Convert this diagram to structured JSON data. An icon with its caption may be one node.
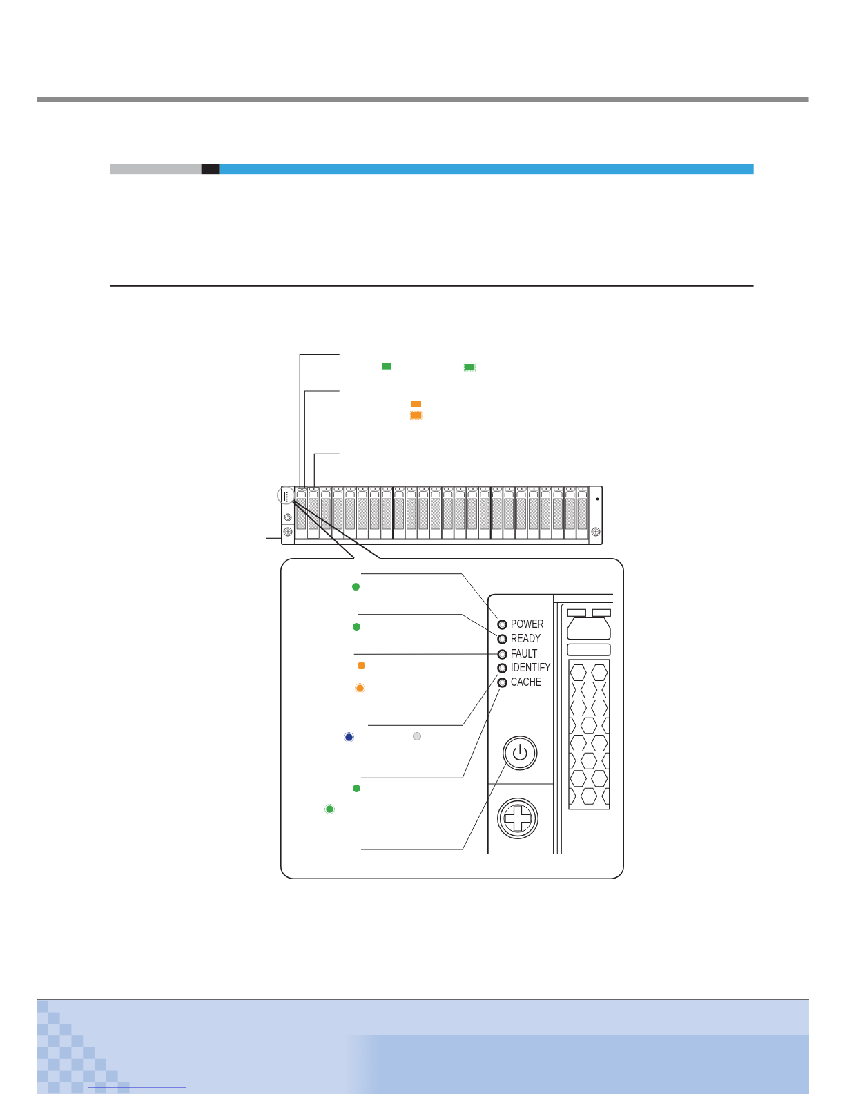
{
  "diagram": {
    "nodes": [
      {
        "text": [],
        "shape": "picture"
      },
      {
        "text": [],
        "shape": "box",
        "in": 0
      },
      {
        "text": [],
        "shape": "box",
        "in": 0
      },
      {
        "text": [],
        "shape": "box",
        "in": 0
      },
      {
        "text": [],
        "shape": "circle"
      },
      {
        "text": [],
        "shape": "box"
      },
      {
        "text": [],
        "shape": "picture",
        "in": 5
      },
      {
        "text": [
          "POWER"
        ],
        "in": 6
      },
      {
        "text": [
          "READY"
        ],
        "in": 6
      },
      {
        "text": [
          "FAULT"
        ],
        "in": 6
      },
      {
        "text": [
          "IDENTIFY"
        ],
        "in": 6
      },
      {
        "text": [
          "CACHE"
        ],
        "in": 6
      },
      {
        "text": [],
        "shape": "circle",
        "in": 6
      }
    ],
    "edges": [
      {
        "from": null,
        "to": 1,
        "arrow": "none"
      },
      {
        "from": null,
        "to": 2,
        "arrow": "none"
      },
      {
        "from": null,
        "to": 3,
        "arrow": "none"
      },
      {
        "from": null,
        "to": 0,
        "arrow": "none"
      },
      {
        "from": 4,
        "to": 5,
        "arrow": "none"
      },
      {
        "from": 4,
        "to": 5,
        "arrow": "none"
      },
      {
        "from": null,
        "to": 7,
        "arrow": "none"
      },
      {
        "from": null,
        "to": 8,
        "arrow": "none"
      },
      {
        "from": null,
        "to": 9,
        "arrow": "none"
      },
      {
        "from": null,
        "to": 10,
        "arrow": "none"
      },
      {
        "from": null,
        "to": 11,
        "arrow": "none"
      },
      {
        "from": null,
        "to": 12,
        "arrow": "none"
      }
    ]
  }
}
